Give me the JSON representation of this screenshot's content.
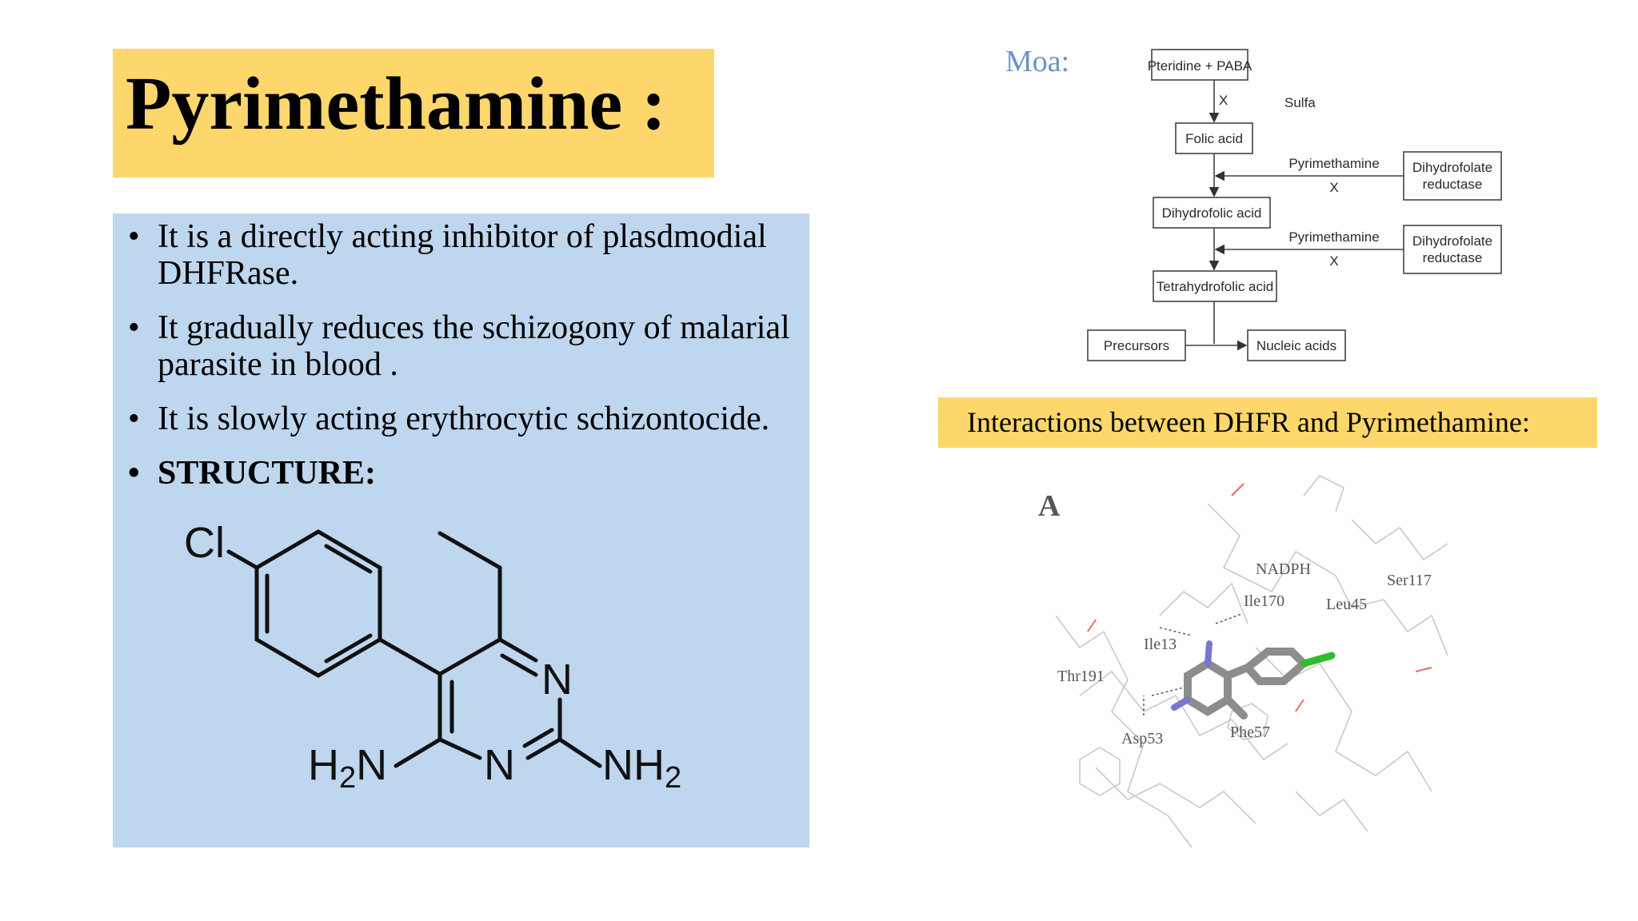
{
  "title": "Pyrimethamine :",
  "bullets": [
    {
      "text": "It is a directly acting inhibitor of plasdmodial DHFRase.",
      "bold": false
    },
    {
      "text": "It gradually reduces the schizogony of malarial parasite in blood .",
      "bold": false
    },
    {
      "text": "It is slowly acting erythrocytic schizontocide.",
      "bold": false
    },
    {
      "text": "STRUCTURE:",
      "bold": true
    }
  ],
  "structure_labels": {
    "cl": "Cl",
    "n_ring_top": "N",
    "n_ring_bottom": "N",
    "nh2_left": "H2N",
    "nh2_right": "NH2"
  },
  "moa_label": "Moa:",
  "flowchart": {
    "pteridine": "Pteridine + PABA",
    "x1": "X",
    "sulfa": "Sulfa",
    "folic": "Folic acid",
    "pyr1": "Pyrimethamine",
    "x2": "X",
    "dhfr1_line1": "Dihydrofolate",
    "dhfr1_line2": "reductase",
    "dihydrofolic": "Dihydrofolic acid",
    "pyr2": "Pyrimethamine",
    "x3": "X",
    "dhfr2_line1": "Dihydrofolate",
    "dhfr2_line2": "reductase",
    "tetrahydrofolic": "Tetrahydrofolic acid",
    "precursors": "Precursors",
    "nucleic": "Nucleic acids"
  },
  "interactions_title": "Interactions between DHFR and Pyrimethamine:",
  "figure": {
    "panel": "A",
    "residues": [
      "NADPH",
      "Ile170",
      "Leu45",
      "Ser117",
      "Ile13",
      "Thr191",
      "Asp53",
      "Phe57"
    ]
  },
  "colors": {
    "yellow": "#fdd76b",
    "blue": "#bed6ee",
    "moa": "#6b93c7"
  }
}
